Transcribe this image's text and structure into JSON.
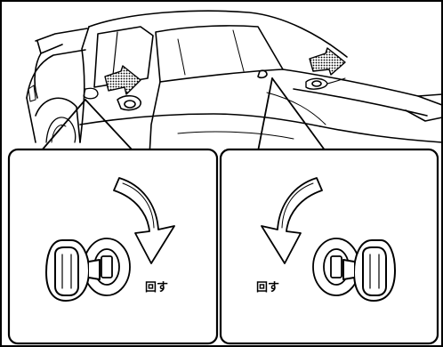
{
  "labels": {
    "turn_left_panel": "回す",
    "turn_right_panel": "回す"
  },
  "colors": {
    "line": "#000000",
    "background": "#ffffff",
    "arrow_dots": "#000000"
  },
  "icons": {
    "arrow_shape": "curved-arrow",
    "key_shape": "key-icon",
    "lock_shape": "lock-cylinder-icon",
    "car_shape": "sports-car-illustration"
  }
}
